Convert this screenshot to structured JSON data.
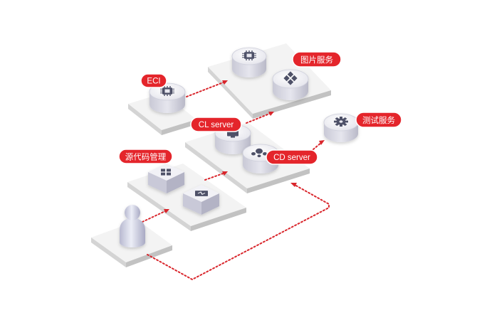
{
  "labels": {
    "eci": "ECI",
    "image_service": "图片服务",
    "cl_server": "CL server",
    "cd_server": "CD server",
    "test_service": "测试服务",
    "source_code": "源代码管理"
  },
  "colors": {
    "accent": "#e4252b",
    "platform_top": "#f2f2f2",
    "platform_left": "#d2d2d2",
    "platform_right": "#c2c2c2",
    "device_body": "#dcdce8",
    "icon": "#4e5168",
    "connector": "#d9262c"
  },
  "icons": [
    "chip-icon",
    "grid-icon",
    "gear-icon",
    "cluster-icon",
    "monitor-icon",
    "user-icon"
  ]
}
